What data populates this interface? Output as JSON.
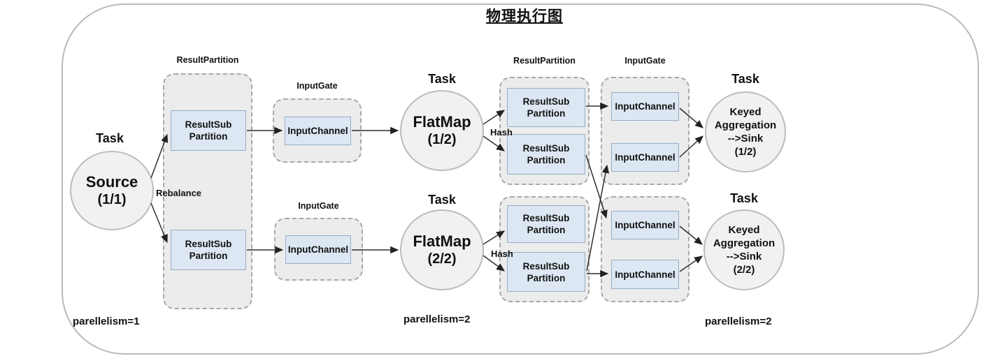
{
  "diagram": {
    "title": "物理执行图",
    "shared": {
      "task_label": "Task",
      "result_partition_label": "ResultPartition",
      "input_gate_label": "InputGate",
      "result_sub_line1": "ResultSub",
      "result_sub_line2": "Partition",
      "input_channel_label": "InputChannel"
    },
    "edges": {
      "rebalance_label": "Rebalance",
      "hash_label": "Hash"
    },
    "tasks": {
      "source": {
        "name": "Source",
        "index": "(1/1)"
      },
      "flatmap1": {
        "name": "FlatMap",
        "index": "(1/2)"
      },
      "flatmap2": {
        "name": "FlatMap",
        "index": "(2/2)"
      },
      "keyed_agg1": {
        "line1": "Keyed",
        "line2": "Aggregation",
        "line3": "-->Sink",
        "index": "(1/2)"
      },
      "keyed_agg2": {
        "line1": "Keyed",
        "line2": "Aggregation",
        "line3": "-->Sink",
        "index": "(2/2)"
      }
    },
    "footnotes": {
      "parallelism_source": "parellelism=1",
      "parallelism_flatmap": "parellelism=2",
      "parallelism_sink": "parellelism=2"
    },
    "colors": {
      "container_fill": "#ececec",
      "box_fill": "#dce7f3",
      "box_border": "#97adc3",
      "node_fill": "#f1f1f1",
      "line": "#2f2f2f"
    }
  }
}
